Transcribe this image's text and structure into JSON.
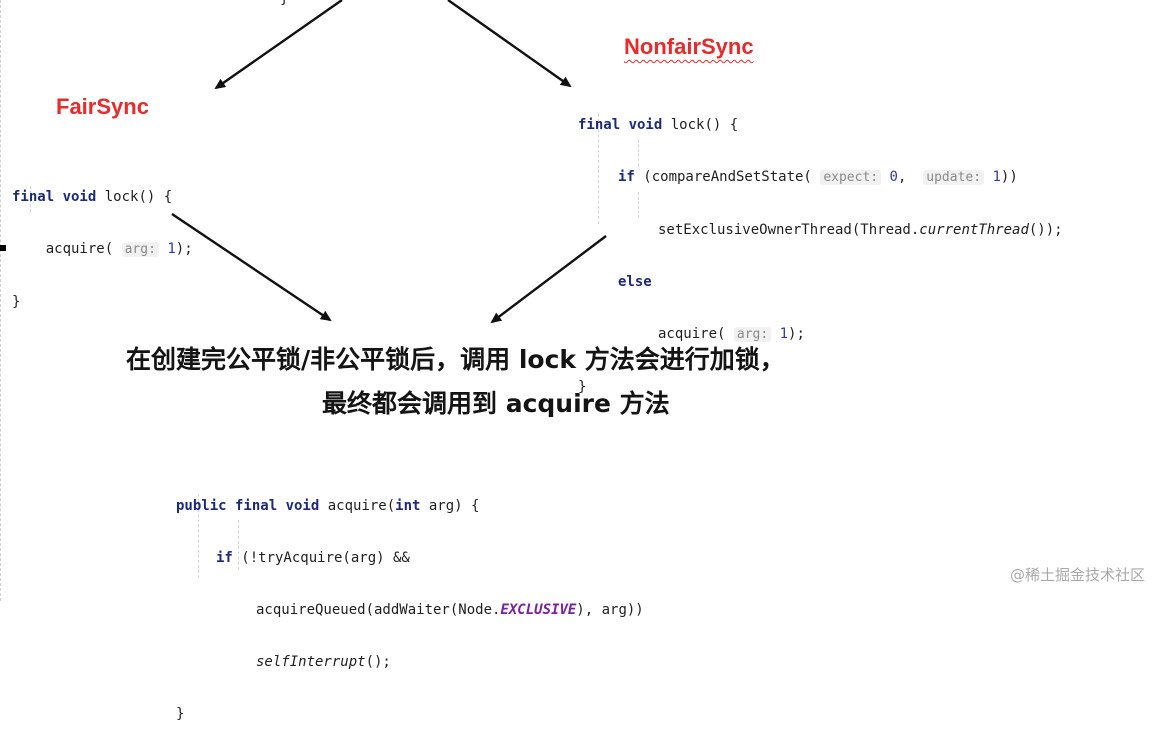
{
  "top_brace": "}",
  "fair": {
    "title": "FairSync",
    "lines": [
      {
        "kw": "final void",
        "rest": " lock() {"
      },
      {
        "pre": "    acquire(",
        "hint": "arg:",
        "num": " 1",
        "post": ");"
      },
      {
        "text": "}"
      }
    ]
  },
  "nonfair": {
    "title": "NonfairSync",
    "l1_kw": "final void",
    "l1_rest": " lock() {",
    "l2_kw": "if",
    "l2_a": " (compareAndSetState(",
    "l2_hint1": "expect:",
    "l2_n1": " 0",
    "l2_b": ",",
    "l2_hint2": "update:",
    "l2_n2": " 1",
    "l2_c": "))",
    "l3_a": "setExclusiveOwnerThread(Thread.",
    "l3_ital": "currentThread",
    "l3_b": "());",
    "l4_kw": "else",
    "l5_a": "acquire(",
    "l5_hint": "arg:",
    "l5_n": " 1",
    "l5_b": ");",
    "l6": "}"
  },
  "caption": {
    "line1": "在创建完公平锁/非公平锁后，调用 lock 方法会进行加锁，",
    "line2": "最终都会调用到 acquire 方法"
  },
  "acquire": {
    "l1_kw": "public final void",
    "l1_a": " acquire(",
    "l1_kw2": "int",
    "l1_b": " arg) {",
    "l2_kw": "if",
    "l2_a": " (!tryAcquire(arg) &&",
    "l3_a": "acquireQueued(addWaiter(Node.",
    "l3_const": "EXCLUSIVE",
    "l3_b": "), arg))",
    "l4_ital": "selfInterrupt",
    "l4_b": "();",
    "l5": "}"
  },
  "watermark": "@稀土掘金技术社区"
}
